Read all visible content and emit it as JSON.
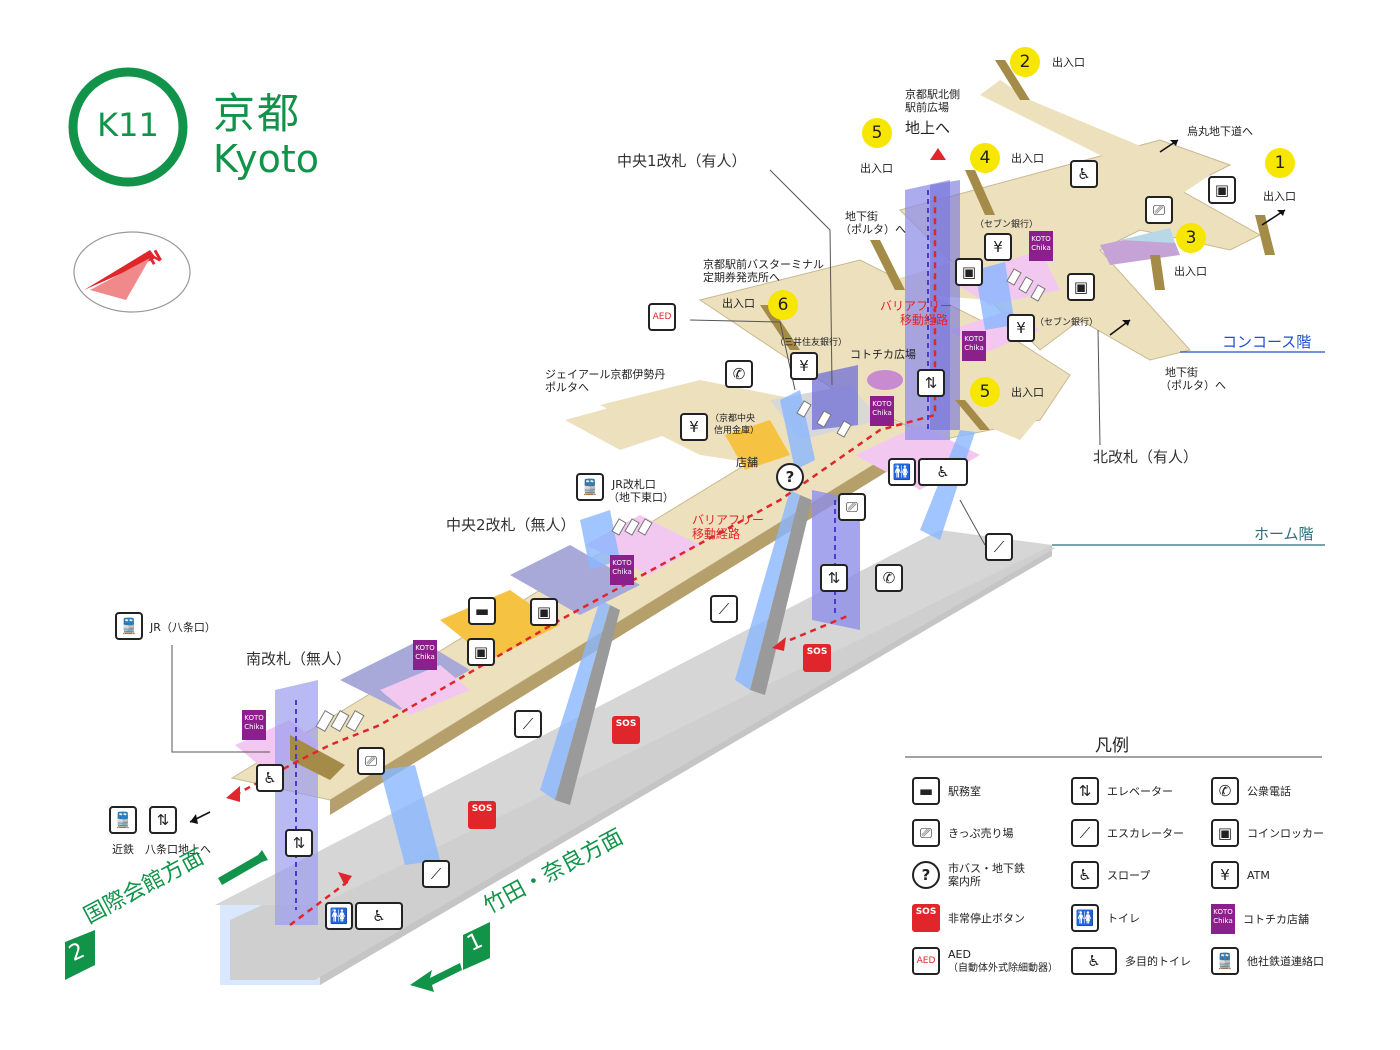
{
  "station": {
    "code": "K11",
    "name_ja": "京都",
    "name_en": "Kyoto",
    "brand_color": "#12934a"
  },
  "levels": {
    "concourse": "コンコース階",
    "platform": "ホーム階"
  },
  "gates": {
    "central1": "中央1改札（有人）",
    "central2": "中央2改札（無人）",
    "south": "南改札（無人）",
    "north": "北改札（有人）"
  },
  "exits": {
    "label": "出入口",
    "e1": "1",
    "e2": "2",
    "e3": "3",
    "e4": "4",
    "e5a": "5",
    "e5b": "5",
    "e6": "6"
  },
  "places": {
    "north_plaza_1": "京都駅北側",
    "north_plaza_2": "駅前広場",
    "to_ground": "地上へ",
    "karasuma": "烏丸地下道へ",
    "porta_1a": "地下街",
    "porta_1b": "（ポルタ）へ",
    "porta_2a": "地下街",
    "porta_2b": "（ポルタ）へ",
    "bus_1": "京都駅前バスターミナル",
    "bus_2": "定期券発売所へ",
    "isetan_1": "ジェイアール京都伊勢丹",
    "isetan_2": "ポルタへ",
    "kotochika_plaza": "コトチカ広場",
    "shop": "店舗",
    "seven_1": "（セブン銀行）",
    "seven_2": "（セブン銀行）",
    "mitsui": "（三井住友銀行）",
    "kyoto_chuo_1": "（京都中央",
    "kyoto_chuo_2": "信用金庫）",
    "jr_gate_1": "JR改札口",
    "jr_gate_2": "（地下東口）",
    "jr_hachijo": "JR（八条口）",
    "kintetsu": "近鉄　八条口地上へ",
    "barrier_free_1a": "バリアフリー",
    "barrier_free_1b": "移動経路",
    "barrier_free_2a": "バリアフリー",
    "barrier_free_2b": "移動経路"
  },
  "directions": {
    "platform2_num": "2",
    "platform2": "国際会館方面",
    "platform1_num": "1",
    "platform1": "竹田・奈良方面"
  },
  "compass": {
    "label": "N"
  },
  "legend": {
    "title": "凡例",
    "items": [
      {
        "icon": "station-office-icon",
        "glyph": "▬",
        "text": "駅務室"
      },
      {
        "icon": "elevator-icon",
        "glyph": "⇅",
        "text": "エレベーター"
      },
      {
        "icon": "phone-icon",
        "glyph": "✆",
        "text": "公衆電話"
      },
      {
        "icon": "ticket-machine-icon",
        "glyph": "⎚",
        "text": "きっぷ売り場"
      },
      {
        "icon": "escalator-icon",
        "glyph": "⟋",
        "text": "エスカレーター"
      },
      {
        "icon": "coin-locker-icon",
        "glyph": "▣",
        "text": "コインロッカー"
      },
      {
        "icon": "info-icon",
        "glyph": "?",
        "text_1": "市バス・地下鉄",
        "text_2": "案内所"
      },
      {
        "icon": "slope-icon",
        "glyph": "♿",
        "text": "スロープ"
      },
      {
        "icon": "atm-icon",
        "glyph": "¥",
        "text": "ATM"
      },
      {
        "icon": "sos-icon",
        "glyph": "SOS",
        "text": "非常停止ボタン"
      },
      {
        "icon": "toilet-icon",
        "glyph": "🚻",
        "text": "トイレ"
      },
      {
        "icon": "kotochika-icon",
        "glyph": "KOTO Chika",
        "text": "コトチカ店舗"
      },
      {
        "icon": "aed-icon",
        "glyph": "AED",
        "text_1": "AED",
        "text_2": "（自動体外式除細動器）"
      },
      {
        "icon": "multipurpose-toilet-icon",
        "glyph": "♿",
        "text": "多目的トイレ"
      },
      {
        "icon": "railway-link-icon",
        "glyph": "🚆",
        "text": "他社鉄道連絡口"
      }
    ]
  },
  "colors": {
    "concourse_floor": "#ede0bd",
    "platform_floor": "#c9c9c9",
    "barrier_free_route": "#e0262b",
    "elevator": "#8f8fe8",
    "kotochika": "#8b1f8b",
    "exit_circle": "#f6e600",
    "concourse_line": "#1f4fcf",
    "platform_line": "#2a6e7a"
  }
}
